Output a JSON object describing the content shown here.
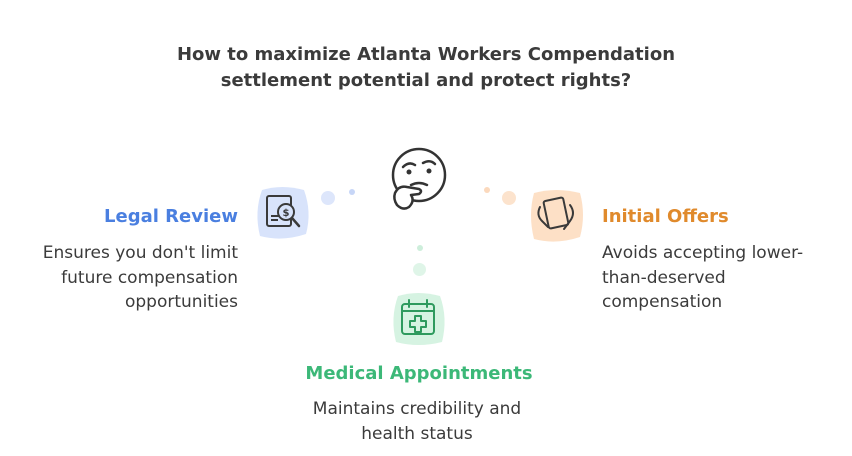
{
  "title": {
    "line1": "How to maximize Atlanta Workers Compendation",
    "line2": "settlement potential and protect rights?"
  },
  "nodes": {
    "legal": {
      "heading": "Legal Review",
      "desc": [
        "Ensures you don't limit",
        "future compensation",
        "opportunities"
      ],
      "color": "#4a7fe0",
      "icon": "document-search-icon"
    },
    "offers": {
      "heading": "Initial Offers",
      "desc": [
        "Avoids accepting lower-",
        "than-deserved",
        "compensation"
      ],
      "color": "#e08a2c",
      "icon": "hands-document-icon"
    },
    "medical": {
      "heading": "Medical Appointments",
      "desc": [
        "Maintains credibility and",
        "health status"
      ],
      "color": "#3cb878",
      "icon": "medical-calendar-icon"
    }
  },
  "center_icon": "thinking-face-icon"
}
